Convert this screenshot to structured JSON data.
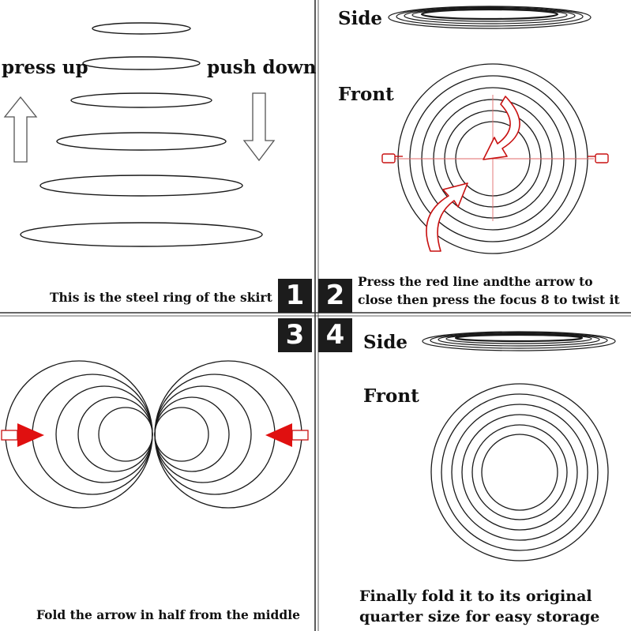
{
  "panel1": {
    "label_left": "press up",
    "label_right": "push down",
    "caption": "This is the steel ring of the skirt",
    "number": "1"
  },
  "panel2": {
    "label_side": "Side",
    "label_front": "Front",
    "caption_line1": "Press the red line andthe arrow to",
    "caption_line2": "close then press the focus 8 to twist it",
    "number": "2"
  },
  "panel3": {
    "caption": "Fold the arrow in half from the middle",
    "number": "3"
  },
  "panel4": {
    "label_side": "Side",
    "label_front": "Front",
    "caption_line1": "Finally fold it to its original",
    "caption_line2": "quarter size for easy storage",
    "number": "4"
  },
  "colors": {
    "accent": "#e01010",
    "line": "#1a1a1a",
    "number_box": "#1c1c1c"
  },
  "icons": [
    "arrow-up-icon",
    "arrow-down-icon",
    "twist-arrow-icon",
    "pointing-hand-icon",
    "red-triangle-arrow-icon"
  ]
}
